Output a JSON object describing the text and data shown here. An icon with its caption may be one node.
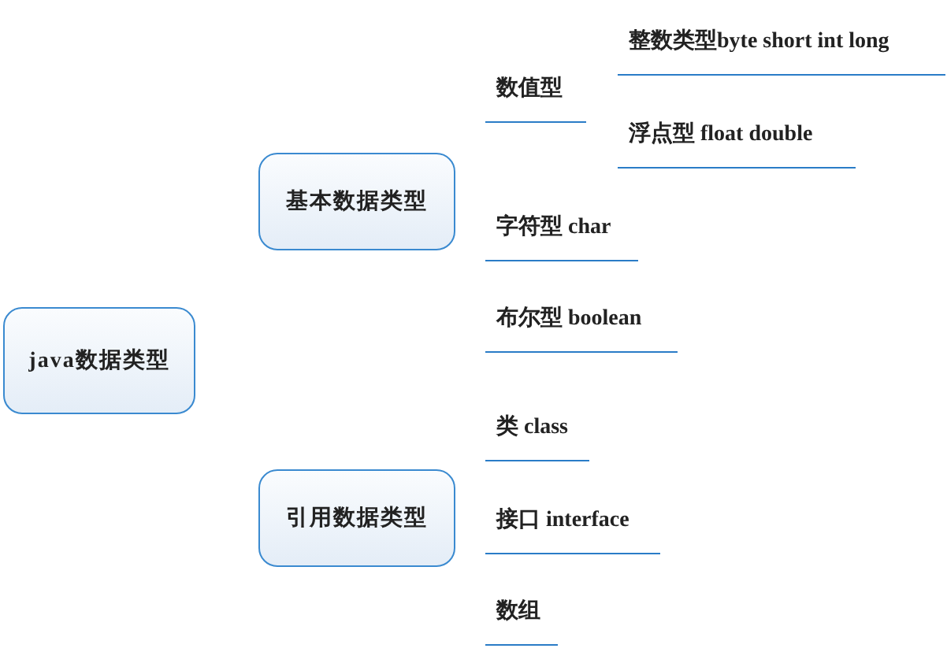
{
  "diagram": {
    "nodes": [
      {
        "text": [
          "java数据类型"
        ]
      },
      {
        "text": [
          "基本数据类型"
        ]
      },
      {
        "text": [
          "引用数据类型"
        ]
      },
      {
        "text": [
          "数值型"
        ]
      },
      {
        "text": [
          "整数类型byte short int long"
        ]
      },
      {
        "text": [
          "浮点型 float double"
        ]
      },
      {
        "text": [
          "字符型 char"
        ]
      },
      {
        "text": [
          "布尔型 boolean"
        ]
      },
      {
        "text": [
          "类 class"
        ]
      },
      {
        "text": [
          "接口 interface"
        ]
      },
      {
        "text": [
          "数组"
        ]
      }
    ]
  }
}
